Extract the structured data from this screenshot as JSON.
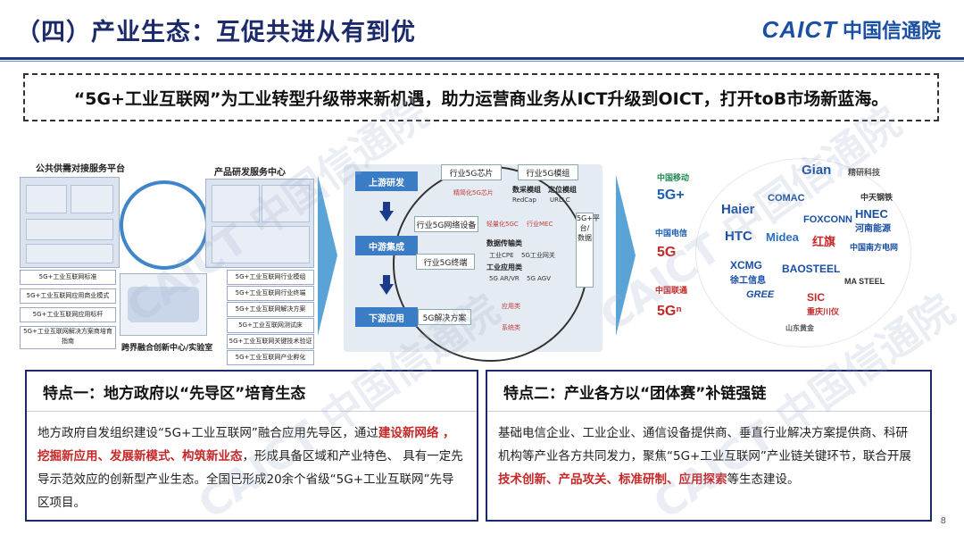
{
  "header": {
    "title": "（四）产业生态：互促共进从有到优",
    "logo_en": "CAICT",
    "logo_cn": "中国信通院"
  },
  "banner": {
    "text": "“5G+工业互联网”为工业转型升级带来新机遇，助力运营商业务从ICT升级到OICT，打开toB市场新蓝海。"
  },
  "left_diagram": {
    "label_left": "公共供需对接服务平台",
    "label_right": "产品研发服务中心",
    "left_items": [
      "5G+工业互联网标准",
      "5G+工业互联网应用商业模式",
      "5G+工业互联网应用标杆",
      "5G+工业互联网解决方案商培育指南"
    ],
    "right_items": [
      "5G+工业互联网行业模组",
      "5G+工业互联网行业终端",
      "5G+工业互联网解决方案",
      "5G+工业互联网测试床",
      "5G+工业互联网关键技术验证",
      "5G+工业互联网产业孵化"
    ],
    "caption": "跨界融合创新中心/实验室"
  },
  "center_diagram": {
    "stages": [
      "上游研发",
      "中游集成",
      "下游应用"
    ],
    "upstream_boxes": [
      "行业5G芯片",
      "行业5G模组"
    ],
    "upstream_notes": [
      "精简化5G芯片",
      "数采模组",
      "定位模组",
      "RedCap",
      "URLLC"
    ],
    "midstream_boxes": [
      "行业5G网络设备",
      "行业5G终端"
    ],
    "midstream_notes": [
      "轻量化5GC",
      "行业MEC",
      "数据传输类",
      "工业CPE",
      "5G工业网关",
      "工业应用类",
      "5G AR/VR",
      "5G AGV"
    ],
    "downstream_box": "5G解决方案",
    "downstream_notes": [
      "应用类",
      "系统类"
    ],
    "vertical_label": "5G+平台/数据"
  },
  "right_brands": [
    "中国移动",
    "5G+",
    "中国电信",
    "5G",
    "中国联通",
    "5Gⁿ",
    "Gian",
    "精研科技",
    "COMAC",
    "中天钢铁",
    "Haier",
    "FOXCONN",
    "HNEC",
    "河南能源",
    "HTC",
    "Midea",
    "红旗",
    "中国南方电网",
    "XCMG",
    "徐工信息",
    "BAOSTEEL",
    "MA STEEL",
    "GREE",
    "SIC",
    "重庆川仪",
    "山东黄金"
  ],
  "cards": [
    {
      "title": "特点一：地方政府以“先导区”培育生态",
      "body_pre": "地方政府自发组织建设“5G+工业互联网”融合应用先导区，通过",
      "body_hl": "建设新网络 ，挖掘新应用、发展新模式、构筑新业态",
      "body_post": "，形成具备区域和产业特色、 具有一定先导示范效应的创新型产业生态。全国已形成20余个省级“5G+工业互联网”先导区项目。"
    },
    {
      "title": "特点二：产业各方以“团体赛”补链强链",
      "body_pre": "基础电信企业、工业企业、通信设备提供商、垂直行业解决方案提供商、科研机构等产业各方共同发力，聚焦“5G+工业互联网”产业链关键环节，联合开展",
      "body_hl": "技术创新、产品攻关、标准研制、应用探索",
      "body_post": "等生态建设。"
    }
  ],
  "page_number": "8",
  "colors": {
    "accent": "#1b2a6b",
    "highlight": "#c62828",
    "stage_blue": "#3b7dc4"
  }
}
